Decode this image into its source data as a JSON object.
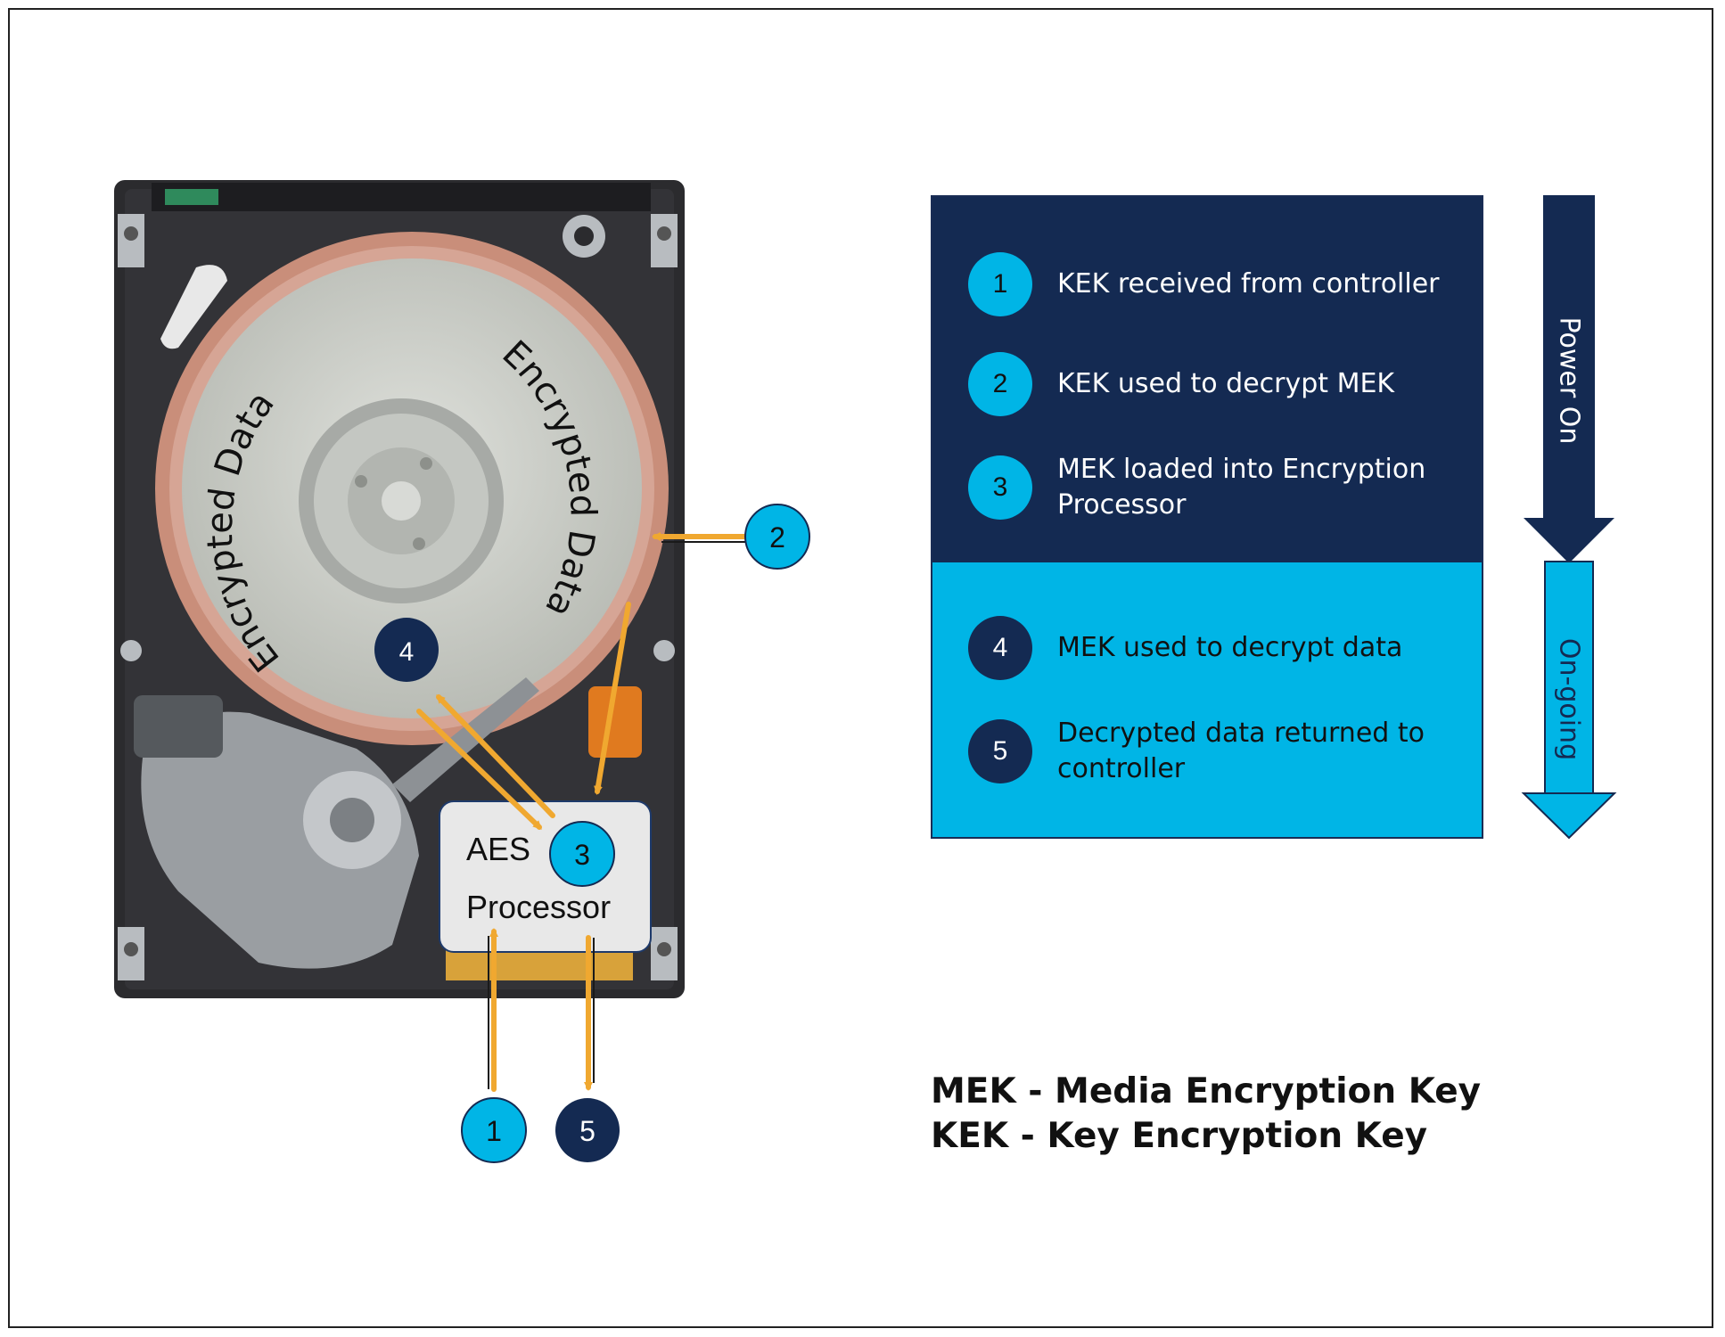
{
  "colors": {
    "navy": "#142a52",
    "cyan": "#00b5e6",
    "orange": "#f0a830",
    "disk": "#c9ccc6",
    "copper": "#c98e7a"
  },
  "disk": {
    "label_left": "Encrypted Data",
    "label_right": "Encrypted Data"
  },
  "processor": {
    "line1": "AES",
    "line2": "Processor"
  },
  "markers": {
    "m1": "1",
    "m2": "2",
    "m3": "3",
    "m4": "4",
    "m5": "5"
  },
  "steps": [
    {
      "number": "1",
      "text": "KEK received from controller"
    },
    {
      "number": "2",
      "text": "KEK used to decrypt MEK"
    },
    {
      "number": "3",
      "line1": "MEK loaded into Encryption",
      "line2": "Processor"
    },
    {
      "number": "4",
      "text": "MEK used to decrypt data"
    },
    {
      "number": "5",
      "line1": "Decrypted data returned to",
      "line2": "controller"
    }
  ],
  "phases": {
    "power_on": "Power On",
    "ongoing": "On-going"
  },
  "legend": {
    "mek": "MEK - Media Encryption Key",
    "kek": "KEK - Key Encryption Key"
  }
}
